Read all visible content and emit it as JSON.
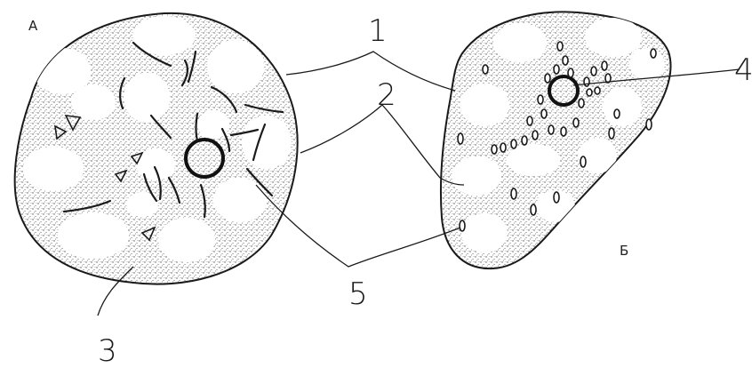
{
  "labels": {
    "cell_a": "А",
    "cell_b": "Б",
    "num_1": "1",
    "num_2": "2",
    "num_3": "3",
    "num_4": "4",
    "num_5": "5"
  },
  "colors": {
    "outline": "#1a1a1a",
    "stipple": "#6b6b6b",
    "vacuole": "#ffffff",
    "background": "#ffffff"
  }
}
